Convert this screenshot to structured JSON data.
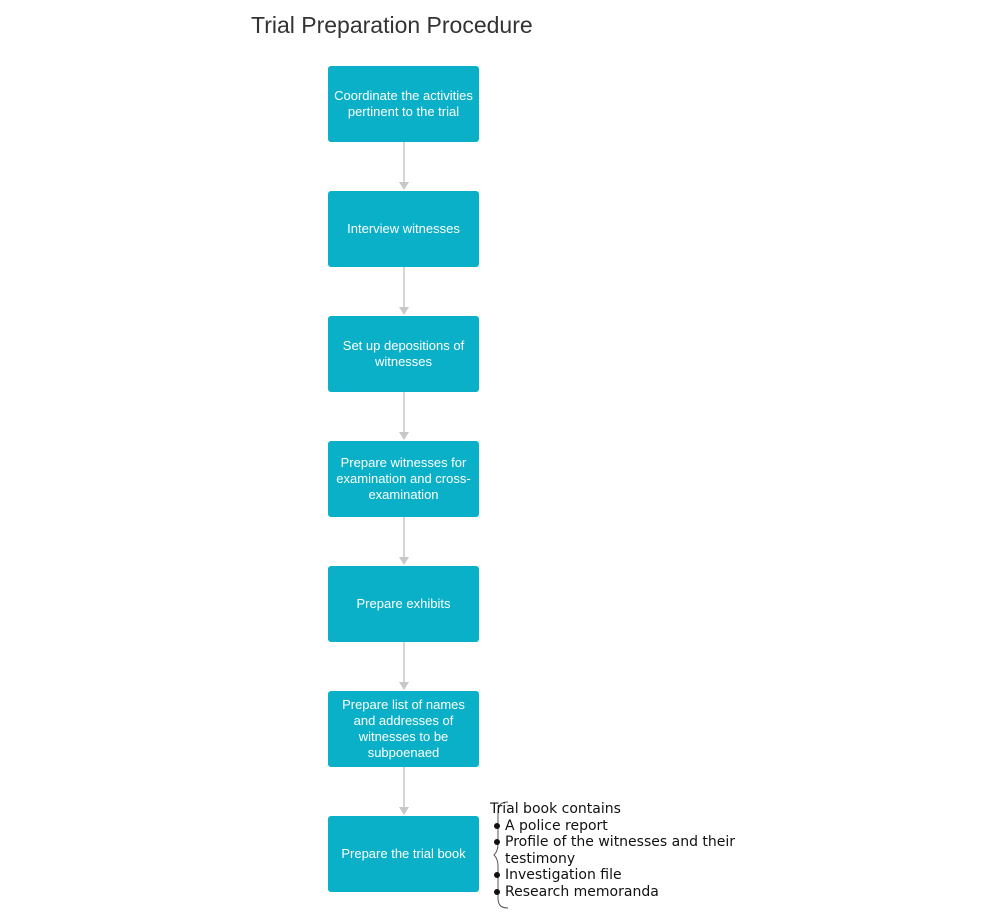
{
  "title": "Trial Preparation Procedure",
  "colors": {
    "step_fill": "#0ab0c8",
    "step_text": "#ffffff",
    "connector": "#c8c8c8",
    "title_text": "#333333"
  },
  "steps": [
    {
      "label": "Coordinate the activities pertinent to the trial"
    },
    {
      "label": "Interview witnesses"
    },
    {
      "label": "Set up depositions of witnesses"
    },
    {
      "label": "Prepare witnesses for examination and cross-examination"
    },
    {
      "label": "Prepare exhibits"
    },
    {
      "label": "Prepare list of names and addresses of witnesses to be subpoenaed"
    },
    {
      "label": "Prepare the trial book"
    }
  ],
  "note": {
    "heading": "Trial book contains",
    "items": [
      "A police report",
      "Profile of the witnesses and their testimony",
      "Investigation file",
      "Research memoranda"
    ]
  }
}
